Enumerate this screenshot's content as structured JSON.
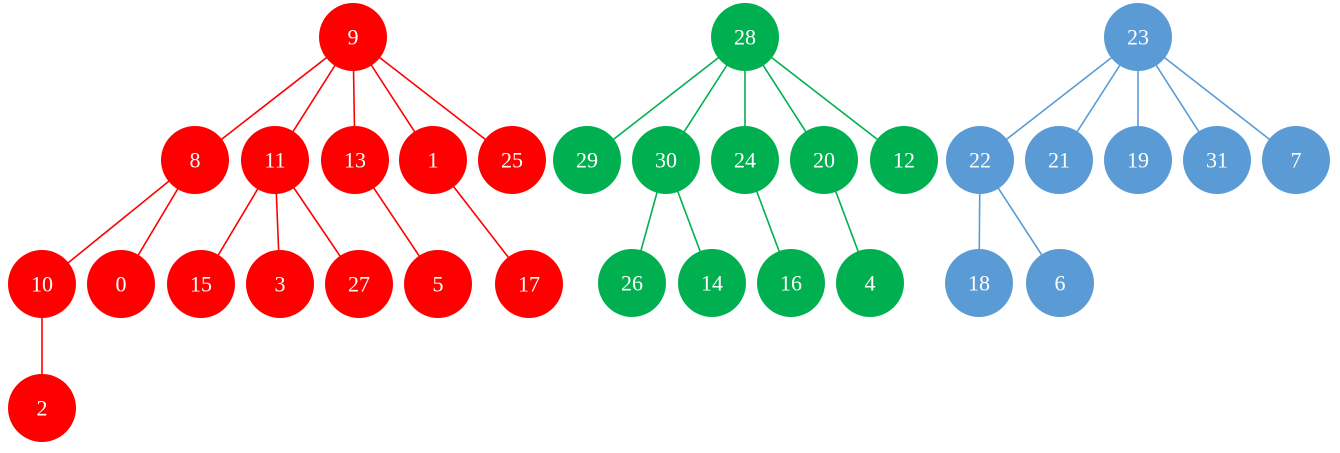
{
  "trees": [
    {
      "color": "#FF0000",
      "root": "9",
      "nodes": [
        {
          "id": "9"
        },
        {
          "id": "8",
          "parent": "9"
        },
        {
          "id": "11",
          "parent": "9"
        },
        {
          "id": "13",
          "parent": "9"
        },
        {
          "id": "1",
          "parent": "9"
        },
        {
          "id": "25",
          "parent": "9"
        },
        {
          "id": "10",
          "parent": "8"
        },
        {
          "id": "0",
          "parent": "8"
        },
        {
          "id": "15",
          "parent": "11"
        },
        {
          "id": "3",
          "parent": "11"
        },
        {
          "id": "27",
          "parent": "11"
        },
        {
          "id": "5",
          "parent": "13"
        },
        {
          "id": "17",
          "parent": "1"
        },
        {
          "id": "2",
          "parent": "10"
        }
      ]
    },
    {
      "color": "#00B050",
      "root": "28",
      "nodes": [
        {
          "id": "28"
        },
        {
          "id": "29",
          "parent": "28"
        },
        {
          "id": "30",
          "parent": "28"
        },
        {
          "id": "24",
          "parent": "28"
        },
        {
          "id": "20",
          "parent": "28"
        },
        {
          "id": "12",
          "parent": "28"
        },
        {
          "id": "26",
          "parent": "30"
        },
        {
          "id": "14",
          "parent": "30"
        },
        {
          "id": "16",
          "parent": "24"
        },
        {
          "id": "4",
          "parent": "20"
        }
      ]
    },
    {
      "color": "#5B9BD5",
      "root": "23",
      "nodes": [
        {
          "id": "23"
        },
        {
          "id": "22",
          "parent": "23"
        },
        {
          "id": "21",
          "parent": "23"
        },
        {
          "id": "19",
          "parent": "23"
        },
        {
          "id": "31",
          "parent": "23"
        },
        {
          "id": "7",
          "parent": "23"
        },
        {
          "id": "18",
          "parent": "22"
        },
        {
          "id": "6",
          "parent": "22"
        }
      ]
    }
  ]
}
